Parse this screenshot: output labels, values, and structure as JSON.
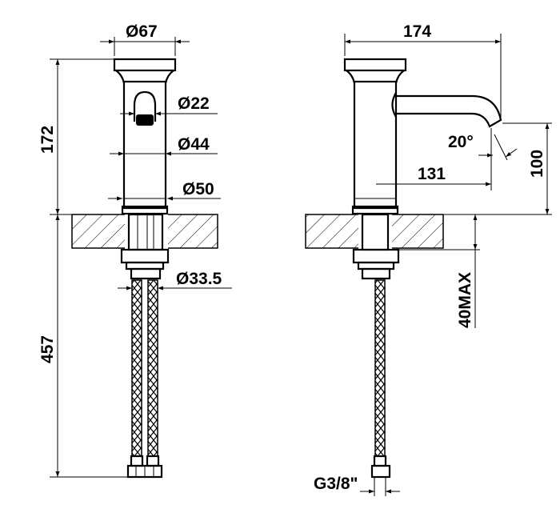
{
  "front_view": {
    "dims": {
      "top_width": "Ø67",
      "button": "Ø22",
      "body": "Ø44",
      "base": "Ø50",
      "shank": "Ø33.5",
      "height": "172",
      "hose_length": "457"
    }
  },
  "side_view": {
    "dims": {
      "total_width": "174",
      "angle": "20°",
      "spout_reach": "131",
      "spout_height": "100",
      "max_thickness": "40MAX",
      "thread": "G3/8\""
    }
  },
  "colors": {
    "line": "#000000",
    "background": "#ffffff"
  }
}
